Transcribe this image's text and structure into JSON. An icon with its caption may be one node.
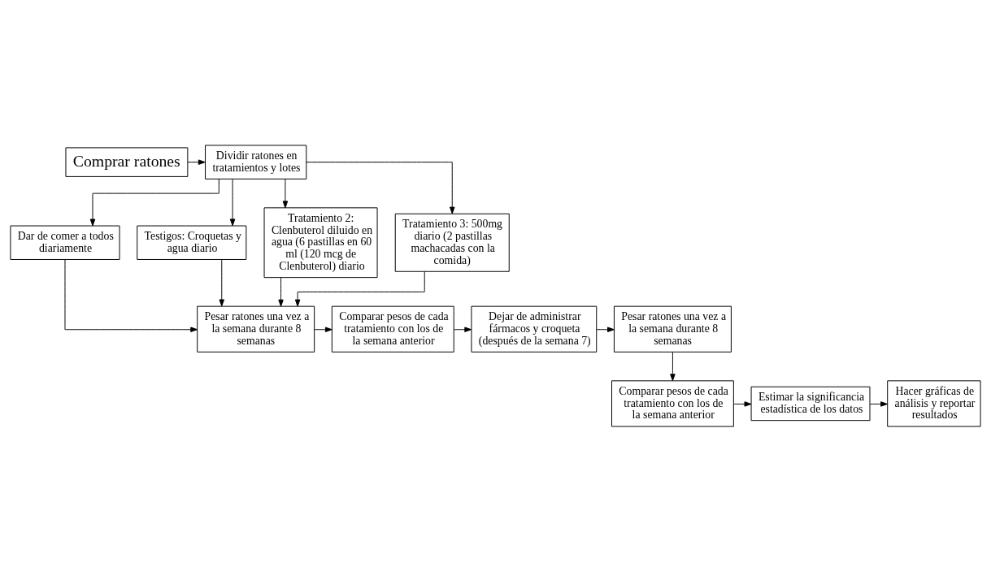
{
  "diagram": {
    "nodes": [
      {
        "text": [
          "Comprar ratones"
        ]
      },
      {
        "text": [
          "Dividir ratones en tratamientos y lotes"
        ]
      },
      {
        "text": [
          "Dar de comer a todos diariamente"
        ]
      },
      {
        "text": [
          "Testigos: Croquetas y agua diario"
        ]
      },
      {
        "text": [
          "Tratamiento 2: Clenbuterol diluido en agua (6 pastillas en 60 ml (120 mcg de Clenbuterol) diario"
        ]
      },
      {
        "text": [
          "Tratamiento 3: 500mg diario (2 pastillas machacadas con la comida)"
        ]
      },
      {
        "text": [
          "Pesar ratones una vez a la semana durante 8 semanas"
        ]
      },
      {
        "text": [
          "Dejar de administrar fármacos y croqueta (después de la semana 7)"
        ]
      },
      {
        "text": [
          "Comparar pesos de cada tratamiento con los de la semana anterior"
        ]
      },
      {
        "text": [
          "Pesar ratones una vez a la semana durante 8 semanas"
        ]
      },
      {
        "text": [
          "Comparar pesos de cada tratamiento con los de la semana anterior"
        ]
      },
      {
        "text": [
          "Estimar la significancia estadística de los datos"
        ]
      },
      {
        "text": [
          "Hacer gráficas de análisis y reportar resultados"
        ]
      }
    ],
    "edges": [
      {
        "from": 0,
        "to": 1,
        "arrow": "to"
      },
      {
        "from": 1,
        "to": 2,
        "arrow": "to"
      },
      {
        "from": 1,
        "to": 3,
        "arrow": "to"
      },
      {
        "from": 1,
        "to": 4,
        "arrow": "to"
      },
      {
        "from": 1,
        "to": 5,
        "arrow": "to"
      },
      {
        "from": 2,
        "to": 9,
        "arrow": "to"
      },
      {
        "from": 3,
        "to": 9,
        "arrow": "to"
      },
      {
        "from": 4,
        "to": 9,
        "arrow": "to"
      },
      {
        "from": 5,
        "to": 9,
        "arrow": "to"
      },
      {
        "from": 9,
        "to": 8,
        "arrow": "to"
      },
      {
        "from": 8,
        "to": 7,
        "arrow": "to"
      },
      {
        "from": 7,
        "to": 6,
        "arrow": "to"
      },
      {
        "from": 6,
        "to": 10,
        "arrow": "to"
      },
      {
        "from": 10,
        "to": 11,
        "arrow": "to"
      },
      {
        "from": 11,
        "to": 12,
        "arrow": "to"
      }
    ]
  }
}
